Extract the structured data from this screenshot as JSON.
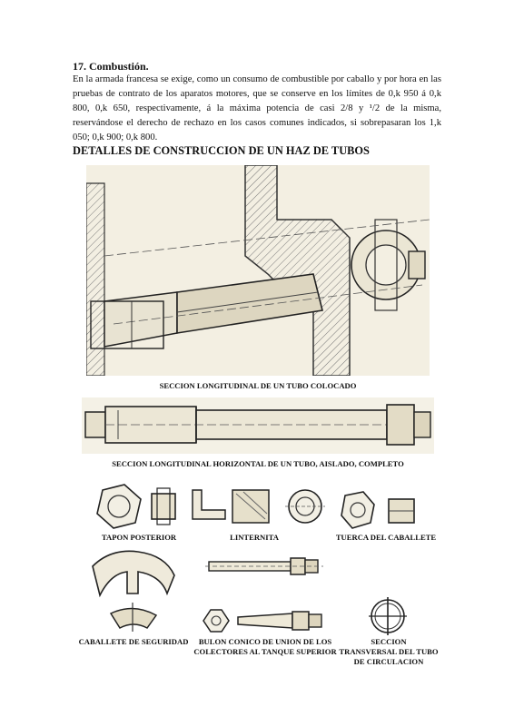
{
  "section": {
    "title": "17. Combustión.",
    "paragraph": "En la armada francesa se exige, como un consumo de combustible por caballo y por hora en las pruebas de contrato de los aparatos motores, que se conserve en los límites de 0,k 950 á 0,k 800, 0,k 650, respectivamente, á la máxima potencia de casi 2/8 y ¹/2 de la misma, reservándose el derecho de rechazo en los casos comunes indicados, si sobrepasaran los 1,k 050; 0,k 900; 0,k 800."
  },
  "heading": "DETALLES DE CONSTRUCCION DE UN HAZ DE TUBOS",
  "captions": {
    "fig1": "SECCION LONGITUDINAL DE UN TUBO COLOCADO",
    "fig2": "SECCION LONGITUDINAL HORIZONTAL DE UN TUBO, AISLADO, COMPLETO",
    "tapon": "TAPON POSTERIOR",
    "linternita": "LINTERNITA",
    "tuerca": "TUERCA DEL CABALLETE",
    "caballete": "CABALLETE DE SEGURIDAD",
    "bulon_line1": "BULON CONICO DE UNION DE LOS",
    "bulon_line2": "COLECTORES AL TANQUE SUPERIOR",
    "seccion_line1": "SECCION",
    "seccion_line2": "TRANSVERSAL DEL TUBO",
    "seccion_line3": "DE CIRCULACION"
  }
}
